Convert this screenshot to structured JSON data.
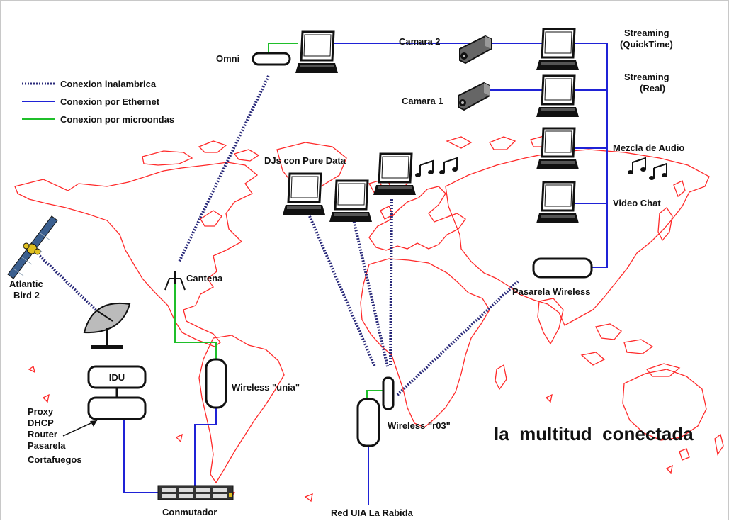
{
  "colors": {
    "wireless": "#2a2a7a",
    "ethernet": "#1f22d6",
    "microwave": "#1fbf2a",
    "map": "#ff2a2a",
    "device": "#111111"
  },
  "legend": {
    "wireless": "Conexion inalambrica",
    "ethernet": "Conexion por Ethernet",
    "microwave": "Conexion por microondas"
  },
  "labels": {
    "omni": "Omni",
    "camara2": "Camara 2",
    "camara1": "Camara 1",
    "streaming_qt_1": "Streaming",
    "streaming_qt_2": "(QuickTime)",
    "streaming_real_1": "Streaming",
    "streaming_real_2": "(Real)",
    "mezcla": "Mezcla de Audio",
    "video_chat": "Video Chat",
    "djs": "DJs con Pure Data",
    "atlantic_1": "Atlantic",
    "atlantic_2": "Bird 2",
    "cantena": "Cantena",
    "pasarela_wireless": "Pasarela Wireless",
    "idu": "IDU",
    "proxy": "Proxy",
    "dhcp": "DHCP",
    "router": "Router",
    "pasarela": "Pasarela",
    "cortafuegos": "Cortafuegos",
    "wireless_unia": "Wireless \"unia\"",
    "wireless_r03": "Wireless \"r03\"",
    "conmutador": "Conmutador",
    "red_uia": "Red UIA La Rabida",
    "title": "la_multitud_conectada"
  },
  "icons": [
    "laptop-icon",
    "camera-icon",
    "satellite-icon",
    "dish-antenna-icon",
    "music-notes-icon",
    "switch-icon",
    "cantena-antenna-icon"
  ]
}
